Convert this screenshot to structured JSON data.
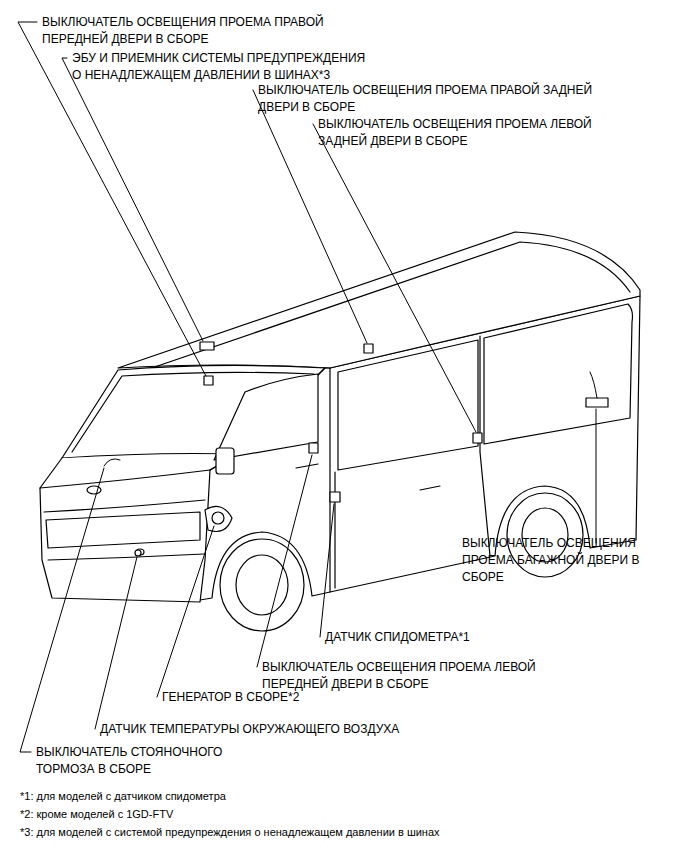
{
  "diagram": {
    "labels": [
      "ВЫКЛЮЧАТЕЛЬ ОСВЕЩЕНИЯ ПРОЕМА ПРАВОЙ ПЕРЕДНЕЙ ДВЕРИ В СБОРЕ",
      "ЭБУ И ПРИЕМНИК СИСТЕМЫ ПРЕДУПРЕЖДЕНИЯ О НЕНАДЛЕЖАЩЕМ ДАВЛЕНИИ В ШИНАХ*3",
      "ВЫКЛЮЧАТЕЛЬ ОСВЕЩЕНИЯ ПРОЕМА ПРАВОЙ ЗАДНЕЙ ДВЕРИ В СБОРЕ",
      "ВЫКЛЮЧАТЕЛЬ ОСВЕЩЕНИЯ ПРОЕМА ЛЕВОЙ ЗАДНЕЙ ДВЕРИ В СБОРЕ",
      "ВЫКЛЮЧАТЕЛЬ ОСВЕЩЕНИЯ ПРОЕМА БАГАЖНОЙ ДВЕРИ В СБОРЕ",
      "ДАТЧИК СПИДОМЕТРА*1",
      "ВЫКЛЮЧАТЕЛЬ ОСВЕЩЕНИЯ ПРОЕМА ЛЕВОЙ ПЕРЕДНЕЙ ДВЕРИ В СБОРЕ",
      "ГЕНЕРАТОР В СБОРЕ*2",
      "ДАТЧИК ТЕМПЕРАТУРЫ ОКРУЖАЮЩЕГО ВОЗДУХА",
      "ВЫКЛЮЧАТЕЛЬ СТОЯНОЧНОГО ТОРМОЗА В СБОРЕ",
      "*1: для моделей с датчиком спидометра",
      "*2: кроме моделей с 1GD-FTV",
      "*3: для моделей с системой предупреждения о ненадлежащем давлении в шинах"
    ]
  }
}
